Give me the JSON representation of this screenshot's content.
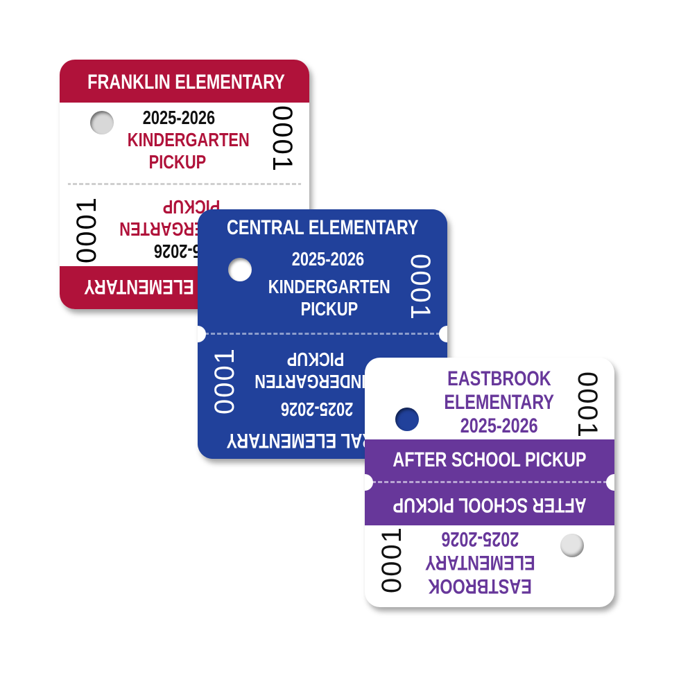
{
  "colors": {
    "franklin": "#b0123a",
    "central": "#21419b",
    "eastbrook": "#67379a"
  },
  "franklin": {
    "school": "FRANKLIN ELEMENTARY",
    "year": "2025-2026",
    "line1": "KINDERGARTEN",
    "line2": "PICKUP",
    "number": "0001"
  },
  "central": {
    "school": "CENTRAL ELEMENTARY",
    "year": "2025-2026",
    "line1": "KINDERGARTEN",
    "line2": "PICKUP",
    "number": "0001"
  },
  "eastbrook": {
    "school_line1": "EASTBROOK",
    "school_line2": "ELEMENTARY",
    "year": "2025-2026",
    "band": "AFTER SCHOOL PICKUP",
    "number": "0001"
  }
}
